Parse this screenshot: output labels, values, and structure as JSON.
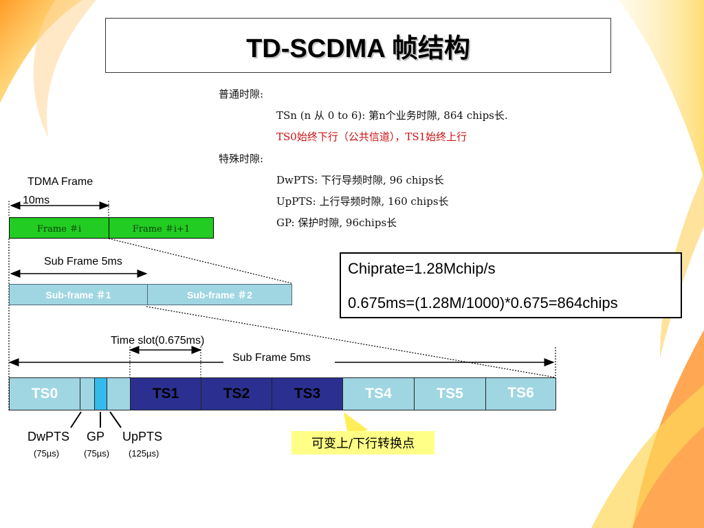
{
  "title": "TD-SCDMA 帧结构",
  "notes": {
    "normal_heading": "普通时隙:",
    "normal_line1": "TSn (n 从 0 to 6): 第n个业务时隙, 864 chips长.",
    "normal_line2": "TS0始终下行（公共信道），TS1始终上行",
    "special_heading": "特殊时隙:",
    "special_line1": "DwPTS: 下行导频时隙, 96 chips长",
    "special_line2": "UpPTS:   上行导频时隙, 160 chips长",
    "special_line3": "GP: 保护时隙, 96chips长"
  },
  "chiprate": {
    "line1": "Chiprate=1.28Mchip/s",
    "line2": "0.675ms=(1.28M/1000)*0.675=864chips"
  },
  "tdma": {
    "label": "TDMA Frame",
    "duration": "10ms",
    "frames": [
      "Frame ＃i",
      "Frame ＃i+1"
    ]
  },
  "subframe": {
    "label": "Sub Frame 5ms",
    "cells": [
      "Sub-frame ＃1",
      "Sub-frame ＃2"
    ]
  },
  "timeslot": {
    "slot_label": "Time slot(0.675ms)",
    "subframe_label": "Sub Frame  5ms",
    "slots": [
      "TS0",
      "TS1",
      "TS2",
      "TS3",
      "TS4",
      "TS5",
      "TS6"
    ]
  },
  "special_slots": [
    {
      "name": "DwPTS",
      "duration": "(75µs)"
    },
    {
      "name": "GP",
      "duration": "(75µs)"
    },
    {
      "name": "UpPTS",
      "duration": "(125µs)"
    }
  ],
  "switch_point": "可变上/下行转换点",
  "colors": {
    "frame_green": "#22cc22",
    "light_slot": "#9fd6e2",
    "dark_slot": "#2b3090",
    "gp_blue": "#33bbee",
    "callout_yellow": "#ffff88"
  }
}
